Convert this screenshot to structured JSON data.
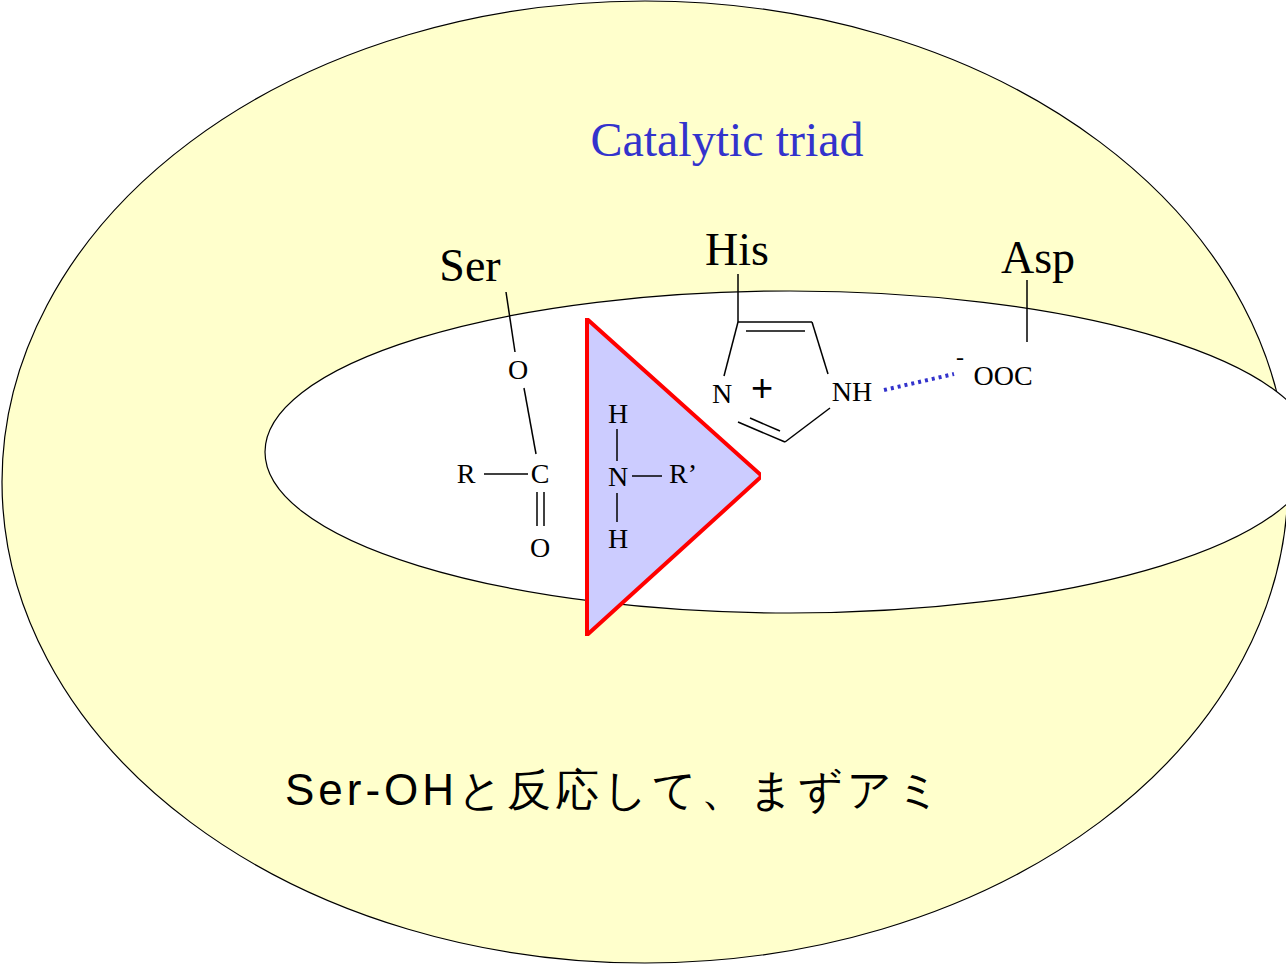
{
  "diagram": {
    "title": "Catalytic triad",
    "nodes": [
      {
        "text": [
          "H",
          "N",
          "R’",
          "H"
        ]
      }
    ],
    "labels": [
      "Ser",
      "His",
      "Asp",
      "O",
      "R",
      "C",
      "O",
      "N",
      "+",
      "NH",
      "-",
      "OOC",
      "Ser-OHと反応して、まずアミ"
    ]
  }
}
